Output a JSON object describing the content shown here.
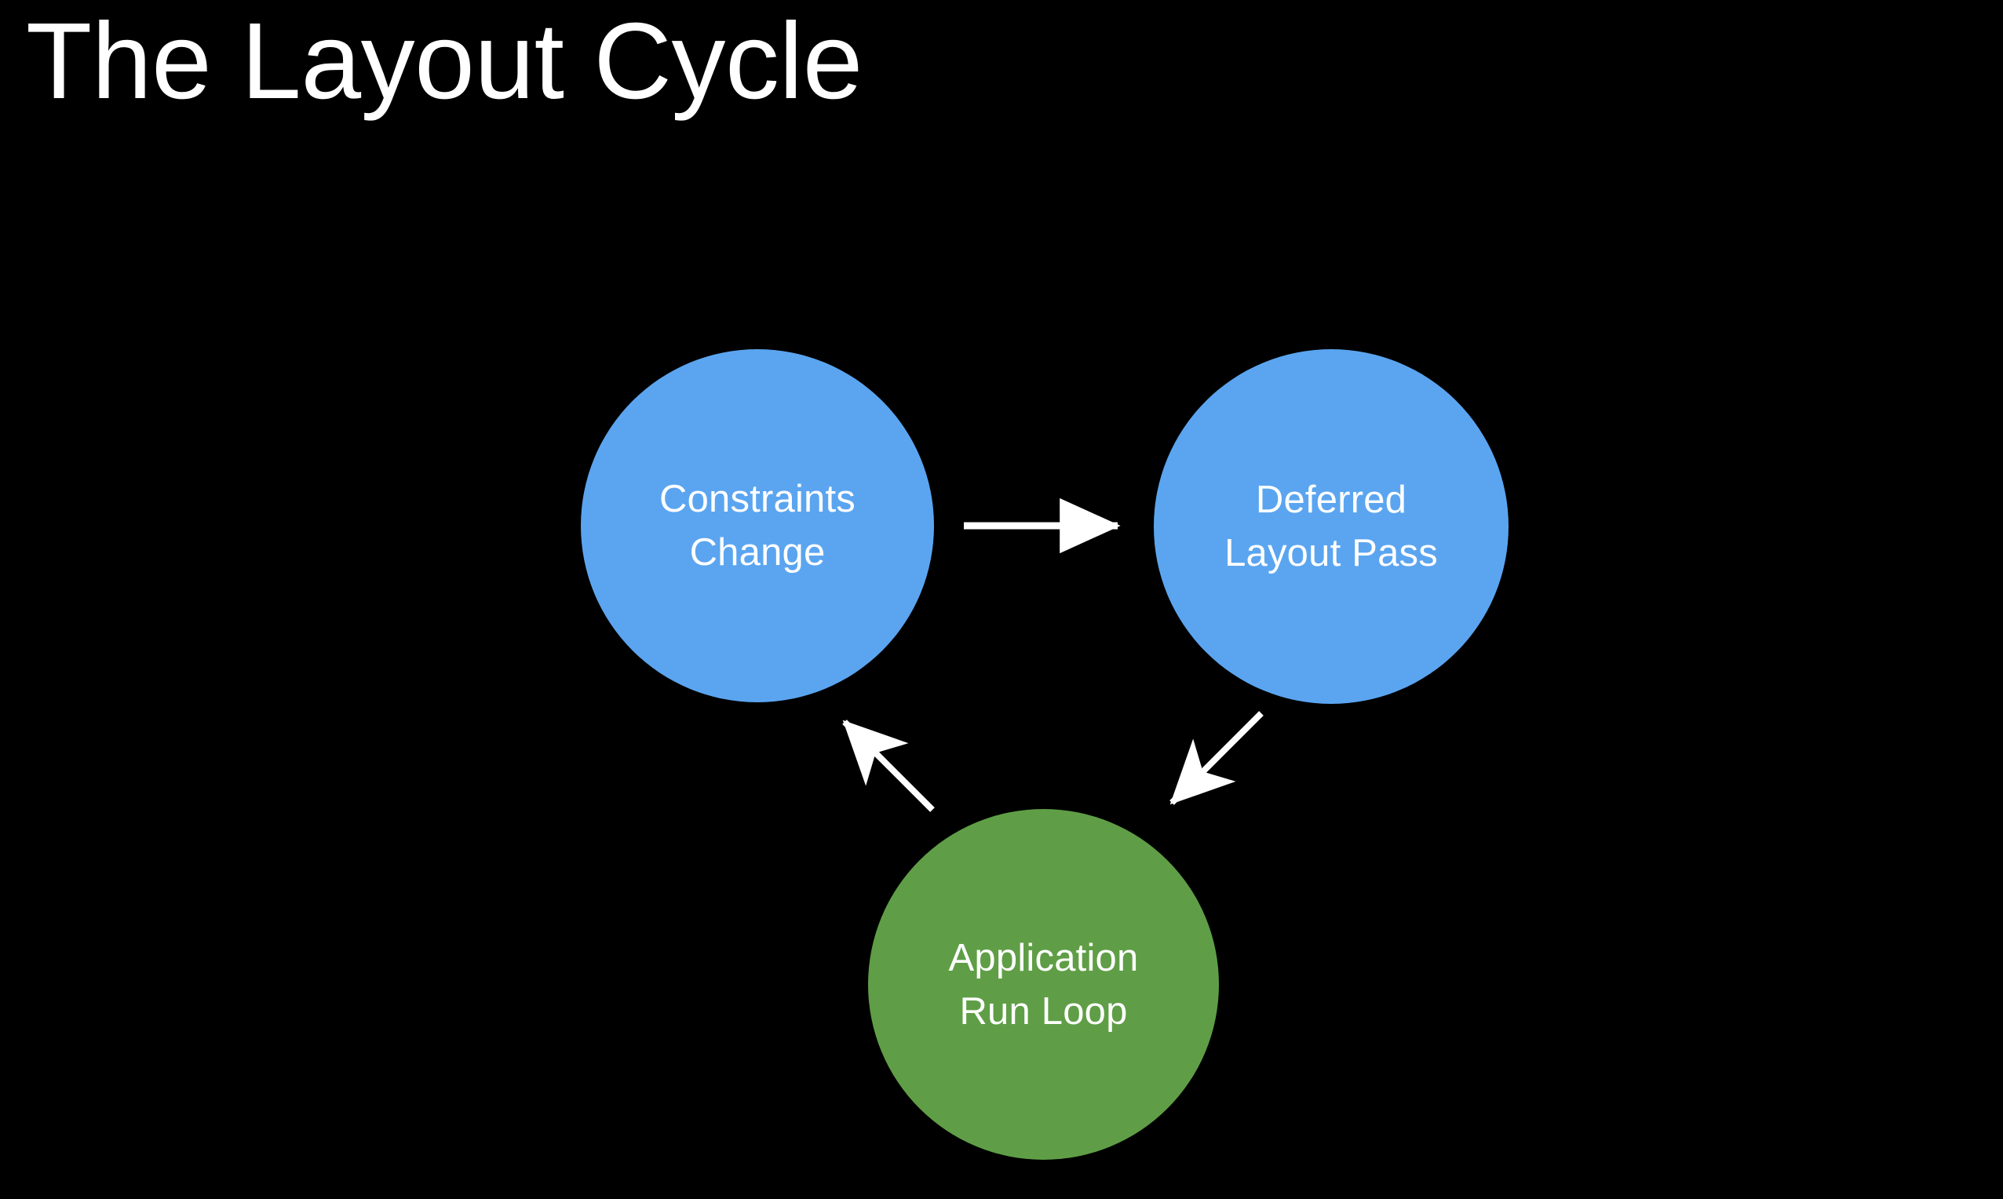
{
  "slide": {
    "title": "The Layout Cycle",
    "background_color": "#000000",
    "title_color": "#ffffff"
  },
  "palette": {
    "blue": "#5ba5f0",
    "green": "#5f9e46",
    "arrow": "#ffffff",
    "text": "#ffffff"
  },
  "diagram": {
    "type": "cycle",
    "nodes": [
      {
        "id": "constraints-change",
        "line1": "Constraints",
        "line2": "Change",
        "color": "#5ba5f0",
        "shape": "circle"
      },
      {
        "id": "deferred-layout-pass",
        "line1": "Deferred",
        "line2": "Layout Pass",
        "color": "#5ba5f0",
        "shape": "circle"
      },
      {
        "id": "application-run-loop",
        "line1": "Application",
        "line2": "Run Loop",
        "color": "#5f9e46",
        "shape": "circle"
      }
    ],
    "edges": [
      {
        "id": "edge-constraints-to-deferred",
        "from": "constraints-change",
        "to": "deferred-layout-pass",
        "style": "solid-arrow"
      },
      {
        "id": "edge-deferred-to-runloop",
        "from": "deferred-layout-pass",
        "to": "application-run-loop",
        "style": "solid-arrow"
      },
      {
        "id": "edge-runloop-to-constraints",
        "from": "application-run-loop",
        "to": "constraints-change",
        "style": "solid-arrow"
      }
    ]
  }
}
